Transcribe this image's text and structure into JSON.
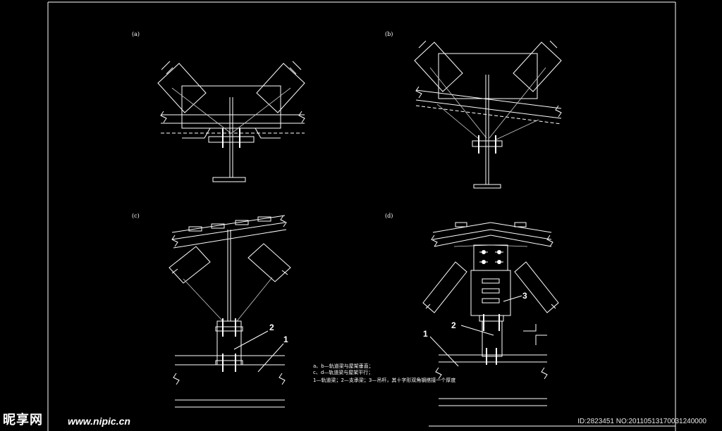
{
  "views": {
    "a": "(a)",
    "b": "(b)",
    "c": "(c)",
    "d": "(d)"
  },
  "callouts": {
    "one": "1",
    "two": "2",
    "three": "3"
  },
  "notes": {
    "line1": "a、b—轨道梁与屋架垂直；",
    "line2": "c、d—轨道梁与屋架平行；",
    "line3": "1—轨道梁；2—支承梁；3—吊杆，其十字形双角钢搭接一个厚度"
  },
  "watermark": {
    "logo": "昵享网",
    "site": "www.nipic.cn",
    "id": "ID:2823451 NO:20110513170031240000"
  },
  "colors": {
    "background": "#000000",
    "line": "#ffffff"
  }
}
